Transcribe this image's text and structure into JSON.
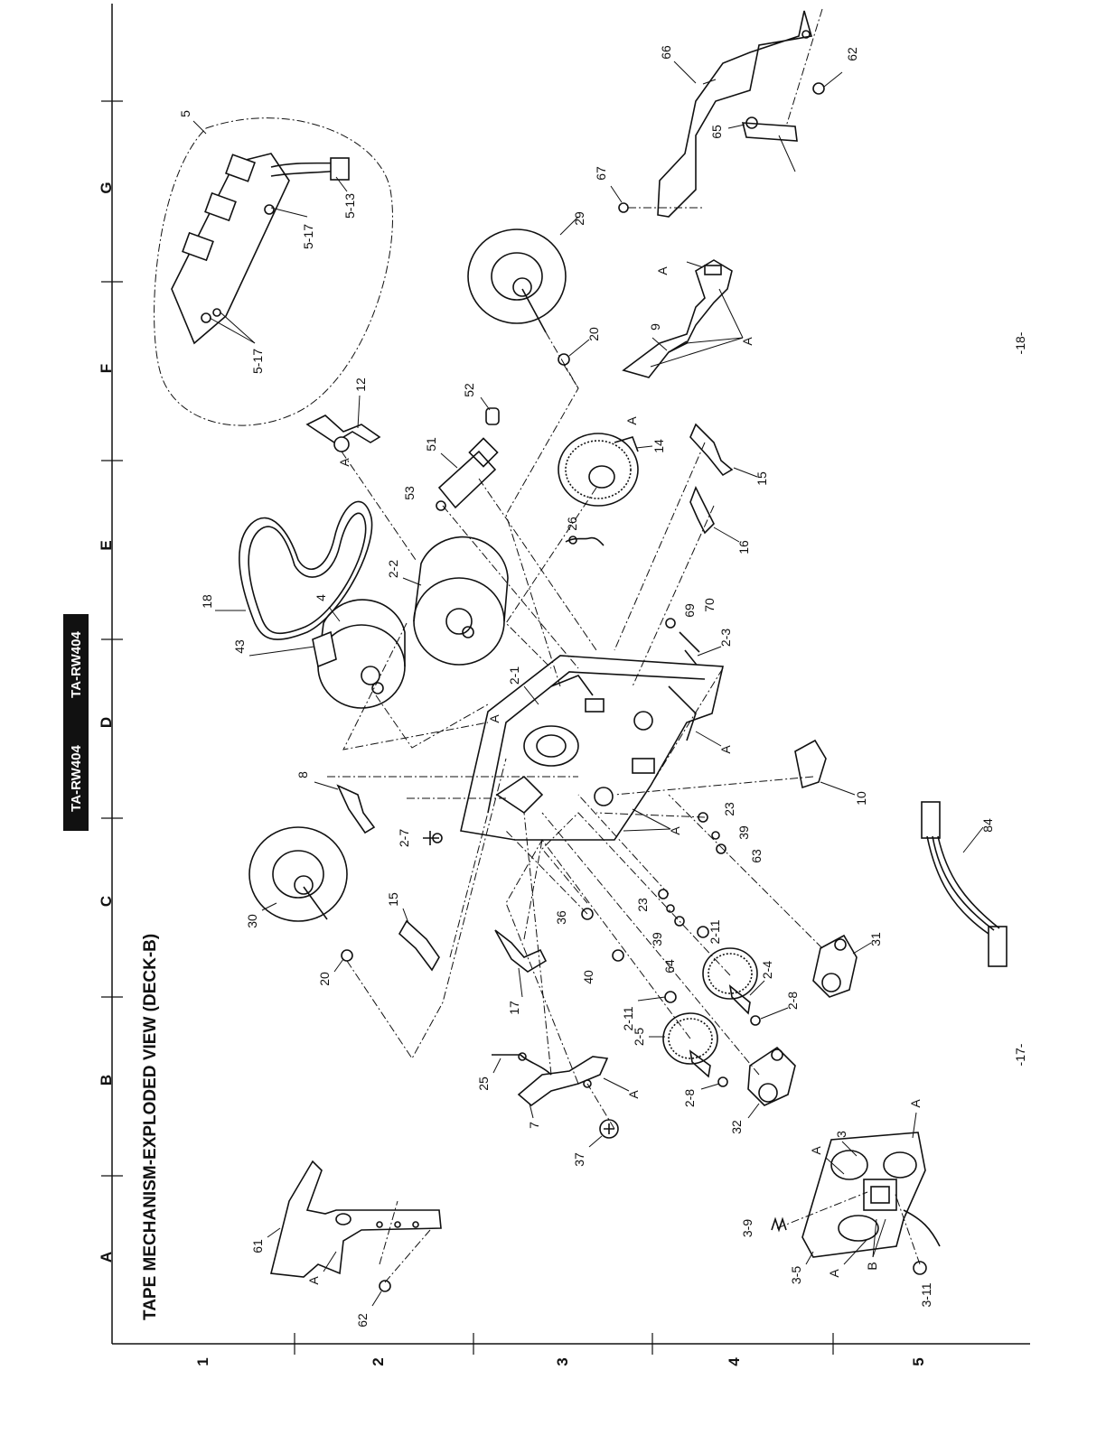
{
  "header": {
    "model_left": "TA-RW404",
    "model_right": "TA-RW404"
  },
  "title": "TAPE MECHANISM-EXPLODED VIEW (DECK-B)",
  "grid": {
    "columns": [
      "A",
      "B",
      "C",
      "D",
      "E",
      "F",
      "G"
    ],
    "rows": [
      "1",
      "2",
      "3",
      "4",
      "5"
    ]
  },
  "page_numbers": {
    "left": "-17-",
    "right": "-18-"
  },
  "part_labels": {
    "p5": "5",
    "p5_17a": "5-17",
    "p5_17b": "5-17",
    "p5_13": "5-13",
    "p66": "66",
    "p62a": "62",
    "p65": "65",
    "p67": "67",
    "p29": "29",
    "p20a": "20",
    "pA_9": "A",
    "p9": "9",
    "pA_9b": "A",
    "p12": "12",
    "pA_12": "A",
    "p52": "52",
    "p51": "51",
    "p53": "53",
    "p14": "14",
    "pA_14": "A",
    "p15a": "15",
    "p16": "16",
    "p26": "26",
    "p18": "18",
    "p2_2": "2-2",
    "p43": "43",
    "p4": "4",
    "p69": "69",
    "p70": "70",
    "p2_3": "2-3",
    "p2_1": "2-1",
    "pA_d1": "A",
    "pA_d2": "A",
    "p10": "10",
    "p8": "8",
    "p2_7": "2-7",
    "p23a": "23",
    "p39a": "39",
    "p63": "63",
    "pA_c": "A",
    "p30": "30",
    "p20b": "20",
    "p15b": "15",
    "p36": "36",
    "p17": "17",
    "p40": "40",
    "p23b": "23",
    "p39b": "39",
    "p64": "64",
    "p2_11a": "2-11",
    "p2_11b": "2-11",
    "p2_4": "2-4",
    "p2_8a": "2-8",
    "p31": "31",
    "p84": "84",
    "p25": "25",
    "p2_5": "2-5",
    "p7": "7",
    "pA_7": "A",
    "p37": "37",
    "p2_8b": "2-8",
    "p32": "32",
    "p61": "61",
    "pA_61": "A",
    "p62b": "62",
    "p3": "3",
    "pA_3a": "A",
    "pA_3b": "A",
    "p3_9": "3-9",
    "p3_5": "3-5",
    "pA_3c": "A",
    "pB": "B",
    "p3_11": "3-11"
  }
}
